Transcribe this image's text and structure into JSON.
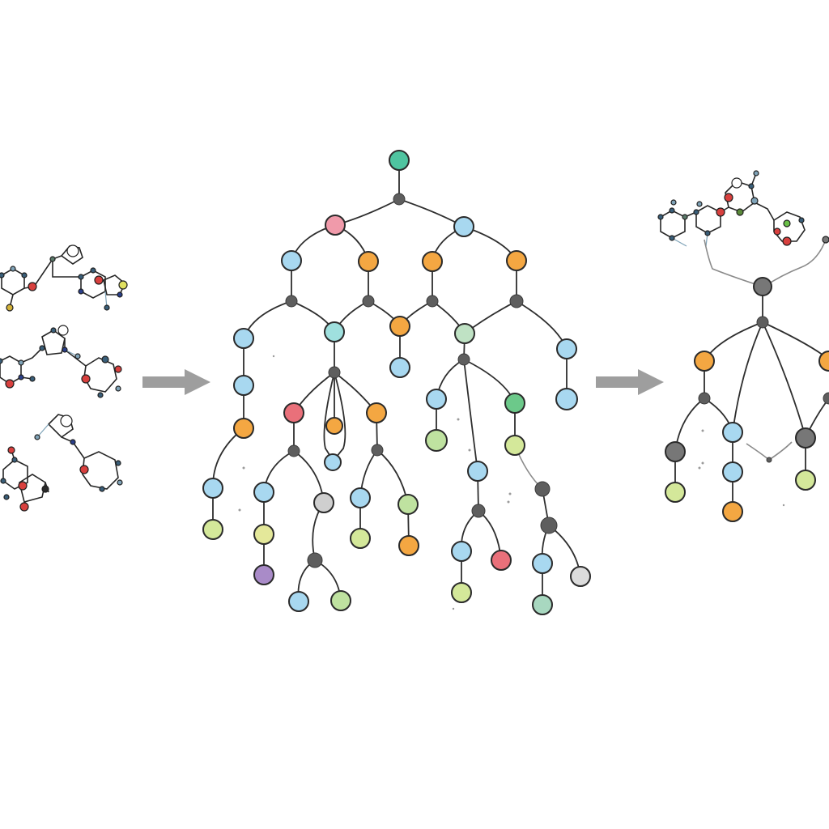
{
  "diagram": {
    "stages": [
      {
        "id": "input-molecules",
        "kind": "molecule-fragments"
      },
      {
        "id": "hierarchical-tree",
        "kind": "node-tree"
      },
      {
        "id": "output-molecule-tree",
        "kind": "molecule-and-tree"
      }
    ],
    "arrows": [
      {
        "from": "input-molecules",
        "to": "hierarchical-tree"
      },
      {
        "from": "hierarchical-tree",
        "to": "output-molecule-tree"
      }
    ],
    "colors": {
      "teal": "#4fc4a0",
      "pink": "#f09aaa",
      "sky": "#a8d8f0",
      "orange": "#f4a742",
      "aqua": "#9fe0de",
      "mint": "#bfe2c4",
      "green": "#6cc98a",
      "lime": "#d4e89a",
      "red": "#e9707a",
      "purple": "#a98bc8",
      "gray": "#cfcfcf",
      "darkgray": "#777777",
      "steel": "#a9c4d6",
      "junction": "#5e5e5e",
      "hub-red": "#d8403e",
      "arrow": "#9e9e9e"
    }
  }
}
